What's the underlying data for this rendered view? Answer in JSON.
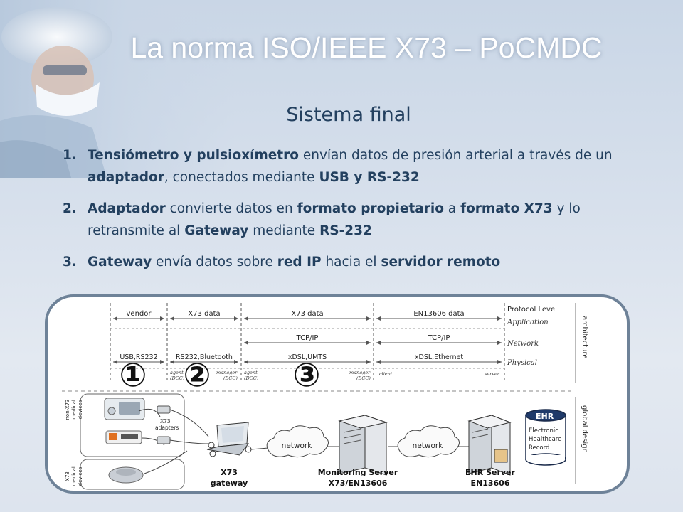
{
  "slide": {
    "title": "La norma ISO/IEEE X73 – PoCMDC",
    "subtitle": "Sistema final",
    "points": [
      {
        "num": "1.",
        "parts": [
          {
            "text": "Tensiómetro y pulsioxímetro",
            "bold": true
          },
          {
            "text": " envían datos de presión arterial a través de un ",
            "bold": false
          },
          {
            "text": "adaptador",
            "bold": true
          },
          {
            "text": ", conectados mediante ",
            "bold": false
          },
          {
            "text": "USB y RS-232",
            "bold": true
          }
        ]
      },
      {
        "num": "2.",
        "parts": [
          {
            "text": "Adaptador",
            "bold": true
          },
          {
            "text": " convierte datos en ",
            "bold": false
          },
          {
            "text": "formato propietario",
            "bold": true
          },
          {
            "text": " a ",
            "bold": false
          },
          {
            "text": "formato X73",
            "bold": true
          },
          {
            "text": " y lo retransmite al ",
            "bold": false
          },
          {
            "text": "Gateway",
            "bold": true
          },
          {
            "text": " mediante ",
            "bold": false
          },
          {
            "text": "RS-232",
            "bold": true
          }
        ]
      },
      {
        "num": "3.",
        "parts": [
          {
            "text": "Gateway",
            "bold": true
          },
          {
            "text": " envía datos sobre ",
            "bold": false
          },
          {
            "text": "red IP",
            "bold": true
          },
          {
            "text": " hacia el ",
            "bold": false
          },
          {
            "text": "servidor remoto",
            "bold": true
          }
        ]
      }
    ]
  },
  "diagram": {
    "application_row": {
      "vendor": "vendor",
      "x73_1": "X73 data",
      "x73_2": "X73 data",
      "en": "EN13606 data"
    },
    "network_row": {
      "tcp1": "TCP/IP",
      "tcp2": "TCP/IP"
    },
    "physical_row": {
      "usb": "USB,RS232",
      "rs": "RS232,Bluetooth",
      "xdsl1": "xDSL,UMTS",
      "xdsl2": "xDSL,Ethernet"
    },
    "roles": {
      "agent1": "agent",
      "dcc1": "(DCC)",
      "manager1": "manager",
      "bcc1": "(BCC)",
      "agent2": "agent",
      "dcc2": "(DCC)",
      "manager2": "manager",
      "bcc2": "(BCC)",
      "client": "client",
      "server": "server"
    },
    "level_labels": {
      "protocol": "Protocol Level",
      "application": "Application",
      "network": "Network",
      "physical": "Physical"
    },
    "side_labels": {
      "architecture": "architecture",
      "global": "global design"
    },
    "markers": [
      "①",
      "②",
      "③"
    ],
    "group_labels": {
      "non_x73": [
        "non-X73",
        "medical",
        "devices"
      ],
      "x73": [
        "X73",
        "medical",
        "devices"
      ]
    },
    "adapters_label": [
      "X73",
      "adapters"
    ],
    "cloud_label_1": "network",
    "cloud_label_2": "network",
    "gateway_label": [
      "X73",
      "gateway"
    ],
    "monitor_label": [
      "Monitoring Server",
      "X73/EN13606"
    ],
    "ehr_server_label": [
      "EHR Server",
      "EN13606"
    ],
    "ehr_db": {
      "title": "EHR",
      "lines": [
        "Electronic",
        "Healthcare",
        "Record"
      ]
    }
  }
}
